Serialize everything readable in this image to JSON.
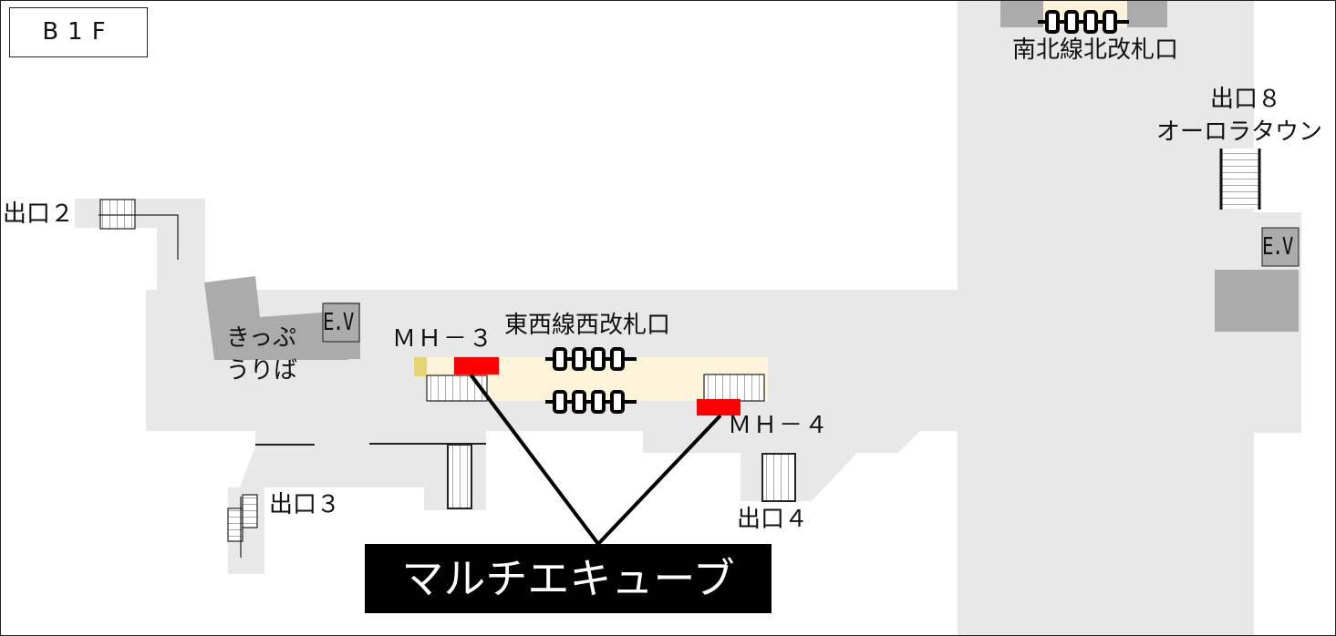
{
  "floor_label": "B1F",
  "colors": {
    "corridor": "#e8e8e8",
    "facility": "#ababab",
    "gate_area": "#fdf3d8",
    "manhole": "#ff0000",
    "marker": "#e4d474",
    "callout": "#000000"
  },
  "labels": {
    "north_gate": "南北線北改札口",
    "exit8_line1": "出口８",
    "exit8_line2": "オーロラタウン",
    "exit2": "出口２",
    "exit3": "出口３",
    "exit4": "出口４",
    "ticket_line1": "きっぷ",
    "ticket_line2": "うりば",
    "ev_left": "E.V",
    "ev_right": "E.V",
    "west_gate": "東西線西改札口",
    "mh3": "ＭＨ－３",
    "mh4": "ＭＨ－４"
  },
  "callout": {
    "label": "マルチエキューブ"
  },
  "icons": [
    "ticket-gate-icon",
    "stairs-icon",
    "elevator-icon",
    "manhole-marker"
  ]
}
